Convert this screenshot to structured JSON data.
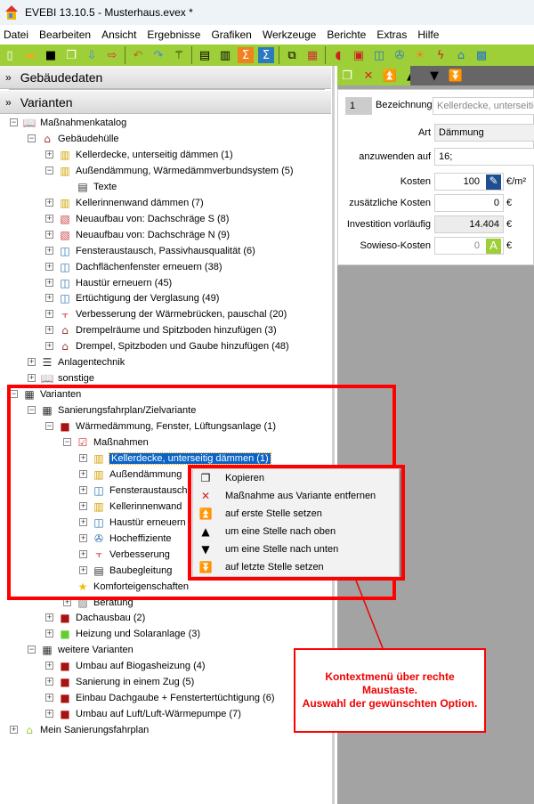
{
  "window": {
    "title": "EVEBI 13.10.5 - Musterhaus.evex *"
  },
  "menu": [
    "Datei",
    "Bearbeiten",
    "Ansicht",
    "Ergebnisse",
    "Grafiken",
    "Werkzeuge",
    "Berichte",
    "Extras",
    "Hilfe"
  ],
  "panels": {
    "gebaeudedaten": "Gebäudedaten",
    "varianten": "Varianten"
  },
  "tree": {
    "katalog": "Maßnahmenkatalog",
    "huelle": "Gebäudehülle",
    "huelle_items": [
      "Kellerdecke, unterseitig dämmen (1)",
      "Außendämmung, Wärmedämmverbundsystem (5)",
      "Texte",
      "Kellerinnenwand dämmen (7)",
      "Neuaufbau von: Dachschräge S (8)",
      "Neuaufbau von: Dachschräge N (9)",
      "Fensteraustausch, Passivhausqualität (6)",
      "Dachflächenfenster erneuern (38)",
      "Haustür erneuern (45)",
      "Ertüchtigung der Verglasung (49)",
      "Verbesserung der Wärmebrücken, pauschal (20)",
      "Drempelräume und Spitzboden hinzufügen (3)",
      "Drempel, Spitzboden und Gaube hinzufügen (48)"
    ],
    "anlagentechnik": "Anlagentechnik",
    "sonstige": "sonstige",
    "varianten": "Varianten",
    "sfp": "Sanierungsfahrplan/Zielvariante",
    "waermedaemmung": "Wärmedämmung, Fenster, Lüftungsanlage (1)",
    "massnahmen": "Maßnahmen",
    "massnahmen_items": [
      "Kellerdecke, unterseitig dämmen (1)",
      "Außendämmung",
      "Fensteraustausch",
      "Kellerinnenwand",
      "Haustür erneuern",
      "Hocheffiziente",
      "Verbesserung",
      "Baubegleitung"
    ],
    "komfort": "Komforteigenschaften",
    "beratung": "Beratung",
    "dachausbau": "Dachausbau (2)",
    "heizung": "Heizung und Solaranlage (3)",
    "weitere": "weitere Varianten",
    "weitere_items": [
      "Umbau auf Biogasheizung (4)",
      "Sanierung in einem Zug (5)",
      "Einbau Dachgaube + Fenstertertüchtigung (6)",
      "Umbau auf Luft/Luft-Wärmepumpe (7)"
    ],
    "mein": "Mein Sanierungsfahrplan"
  },
  "form": {
    "nr": "1",
    "bezeichnung_label": "Bezeichnung",
    "bezeichnung": "Kellerdecke, unterseitig",
    "art_label": "Art",
    "art": "Dämmung",
    "anzuwenden_label": "anzuwenden auf",
    "anzuwenden": "16;",
    "kosten_label": "Kosten",
    "kosten": "100",
    "kosten_unit": "€/m²",
    "zus_label": "zusätzliche Kosten",
    "zus": "0",
    "zus_unit": "€",
    "inv_label": "Investition vorläufig",
    "inv": "14.404",
    "inv_unit": "€",
    "sowieso_label": "Sowieso-Kosten",
    "sowieso": "0",
    "sowieso_btn": "A",
    "sowieso_unit": "€"
  },
  "context_menu": [
    "Kopieren",
    "Maßnahme aus Variante entfernen",
    "auf erste Stelle setzen",
    "um eine Stelle nach oben",
    "um eine Stelle nach unten",
    "auf letzte Stelle setzen"
  ],
  "callout": {
    "line1": "Kontextmenü über rechte Maustaste.",
    "line2": "Auswahl der gewünschten Option."
  }
}
